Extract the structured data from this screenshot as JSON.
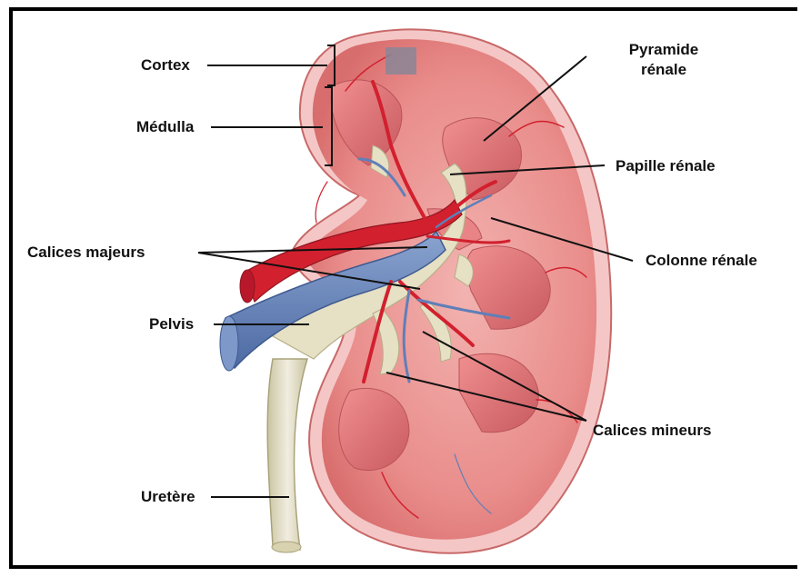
{
  "labels": {
    "cortex": "Cortex",
    "medulla": "Médulla",
    "pyramide_line1": "Pyramide",
    "pyramide_line2": "rénale",
    "papille": "Papille rénale",
    "calices_majeurs": "Calices majeurs",
    "colonne": "Colonne rénale",
    "pelvis": "Pelvis",
    "calices_mineurs": "Calices mineurs",
    "uretere": "Uretère"
  },
  "colors": {
    "cortex": "#e58a8a",
    "cortex_edge": "#c96a6a",
    "capsule": "#f3c2c2",
    "pyramid": "#d96f72",
    "artery": "#d2202e",
    "vein": "#5f7fb8",
    "calyx": "#e6e0c4",
    "ureter": "#e8e4c8",
    "leader": "#111111"
  }
}
